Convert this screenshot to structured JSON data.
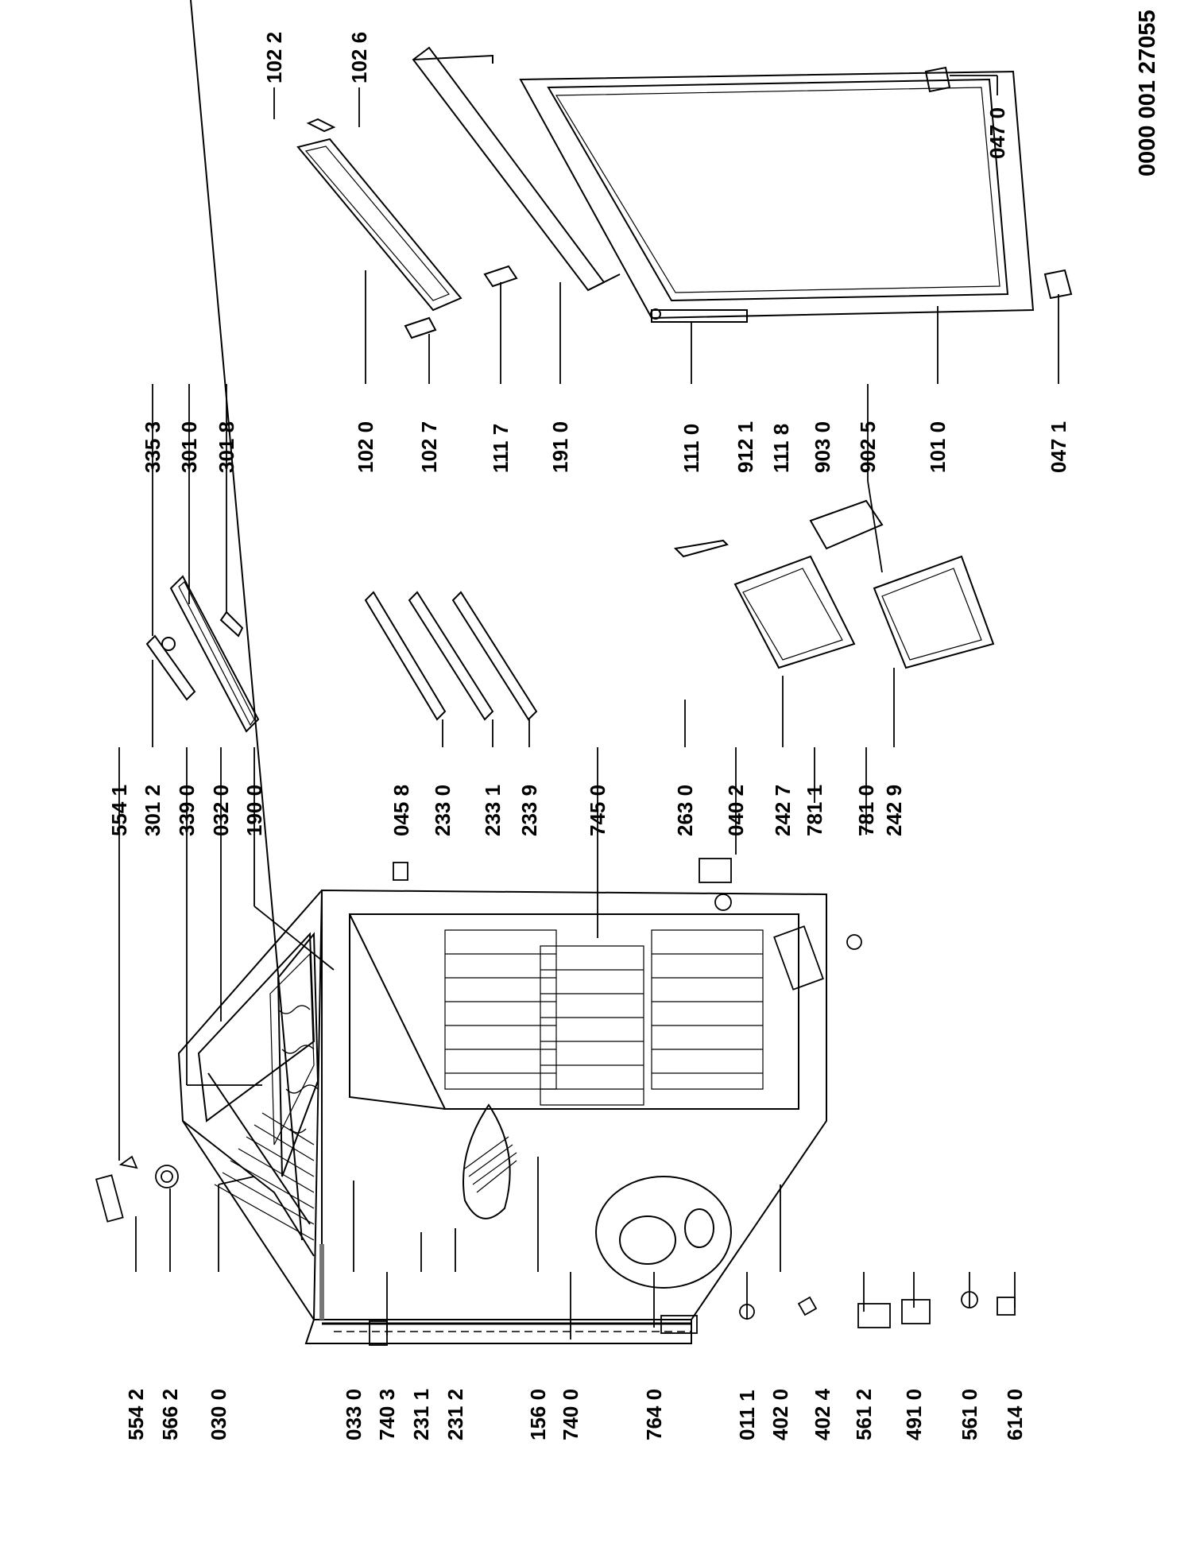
{
  "document_number": "0000 001 27055",
  "labels": [
    {
      "id": "554-2",
      "text": "554 2"
    },
    {
      "id": "566-2",
      "text": "566 2"
    },
    {
      "id": "030-0",
      "text": "030 0"
    },
    {
      "id": "033-0",
      "text": "033 0"
    },
    {
      "id": "740-3",
      "text": "740 3"
    },
    {
      "id": "231-1",
      "text": "231 1"
    },
    {
      "id": "231-2",
      "text": "231 2"
    },
    {
      "id": "156-0",
      "text": "156 0"
    },
    {
      "id": "740-0",
      "text": "740 0"
    },
    {
      "id": "764-0",
      "text": "764 0"
    },
    {
      "id": "011-1",
      "text": "011 1"
    },
    {
      "id": "402-0",
      "text": "402 0"
    },
    {
      "id": "402-4",
      "text": "402 4"
    },
    {
      "id": "561-2",
      "text": "561 2"
    },
    {
      "id": "491-0",
      "text": "491 0"
    },
    {
      "id": "561-0",
      "text": "561 0"
    },
    {
      "id": "614-0",
      "text": "614 0"
    },
    {
      "id": "554-1",
      "text": "554 1"
    },
    {
      "id": "301-2",
      "text": "301 2"
    },
    {
      "id": "339-0",
      "text": "339 0"
    },
    {
      "id": "032-0",
      "text": "032 0"
    },
    {
      "id": "190-0",
      "text": "190 0"
    },
    {
      "id": "045-8",
      "text": "045 8"
    },
    {
      "id": "233-0",
      "text": "233 0"
    },
    {
      "id": "233-1",
      "text": "233 1"
    },
    {
      "id": "233-9",
      "text": "233 9"
    },
    {
      "id": "745-0",
      "text": "745 0"
    },
    {
      "id": "263-0",
      "text": "263 0"
    },
    {
      "id": "040-2",
      "text": "040 2"
    },
    {
      "id": "242-7",
      "text": "242 7"
    },
    {
      "id": "781-1",
      "text": "781 1"
    },
    {
      "id": "781-0",
      "text": "781 0"
    },
    {
      "id": "242-9",
      "text": "242 9"
    },
    {
      "id": "335-3",
      "text": "335 3"
    },
    {
      "id": "301-0",
      "text": "301 0"
    },
    {
      "id": "301-8",
      "text": "301 8"
    },
    {
      "id": "102-0",
      "text": "102 0"
    },
    {
      "id": "102-7",
      "text": "102 7"
    },
    {
      "id": "111-7",
      "text": "111 7"
    },
    {
      "id": "191-0",
      "text": "191 0"
    },
    {
      "id": "111-0",
      "text": "111 0"
    },
    {
      "id": "912-1",
      "text": "912 1"
    },
    {
      "id": "111-8",
      "text": "111 8"
    },
    {
      "id": "903-0",
      "text": "903 0"
    },
    {
      "id": "902-5",
      "text": "902 5"
    },
    {
      "id": "101-0",
      "text": "101 0"
    },
    {
      "id": "047-1",
      "text": "047 1"
    },
    {
      "id": "102-2",
      "text": "102 2"
    },
    {
      "id": "102-6",
      "text": "102 6"
    },
    {
      "id": "047-0",
      "text": "047 0"
    }
  ]
}
